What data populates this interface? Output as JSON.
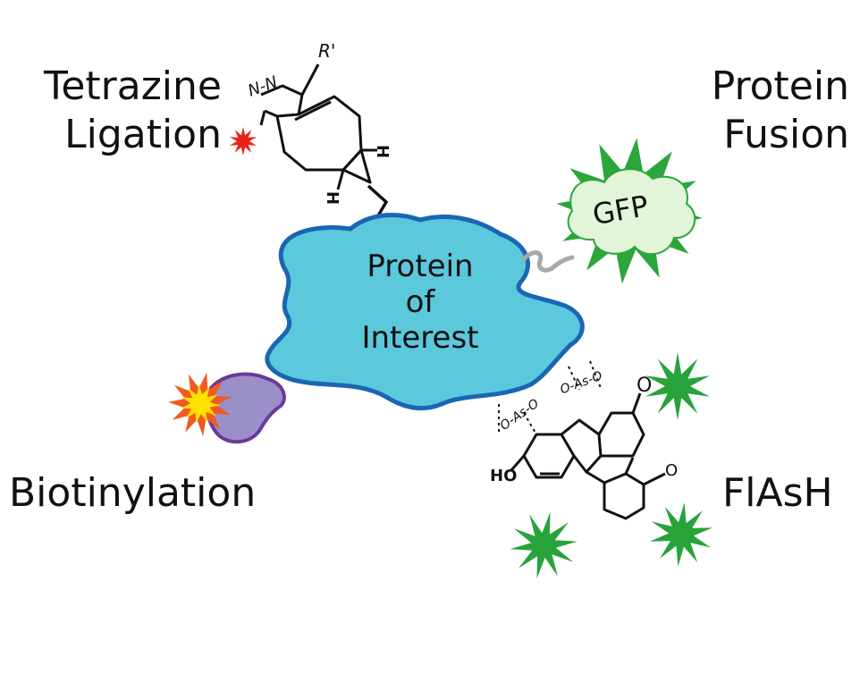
{
  "labels": {
    "tetrazine_line1": "Tetrazine",
    "tetrazine_line2": "Ligation",
    "fusion_line1": "Protein",
    "fusion_line2": "Fusion",
    "biotinylation": "Biotinylation",
    "flash": "FlAsH"
  },
  "protein": {
    "line1": "Protein",
    "line2": "of",
    "line3": "Interest"
  },
  "gfp": {
    "label": "GFP"
  },
  "chem": {
    "r_prime": "R'",
    "nn": "N-N",
    "h_top": "H",
    "h_bottom": "H",
    "ho": "HO",
    "o_ketone": "O",
    "carboxylate": "O",
    "as_left": "O-As-O",
    "as_right": "O-As-O"
  },
  "colors": {
    "protein_fill": "#5bc8dc",
    "protein_stroke": "#1a66b3",
    "gfp_fill": "#e3f5d8",
    "gfp_star": "#2aa63a",
    "biotin_fill": "#9a8fc8",
    "biotin_stroke": "#6a3a9a",
    "burst_outer": "#f05a1e",
    "burst_inner": "#ffe100",
    "tetrazine_star": "#e8231c",
    "flash_star": "#27a33a"
  }
}
